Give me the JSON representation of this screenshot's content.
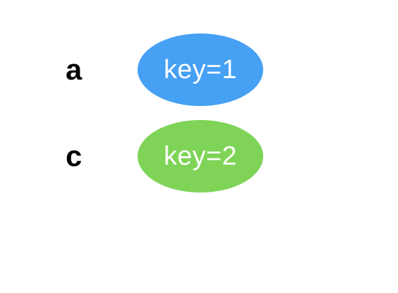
{
  "rows": [
    {
      "label": "a",
      "node": {
        "text": "key=1",
        "color": "#46a0f4"
      }
    },
    {
      "label": "c",
      "node": {
        "text": "key=2",
        "color": "#7fd458"
      }
    }
  ]
}
